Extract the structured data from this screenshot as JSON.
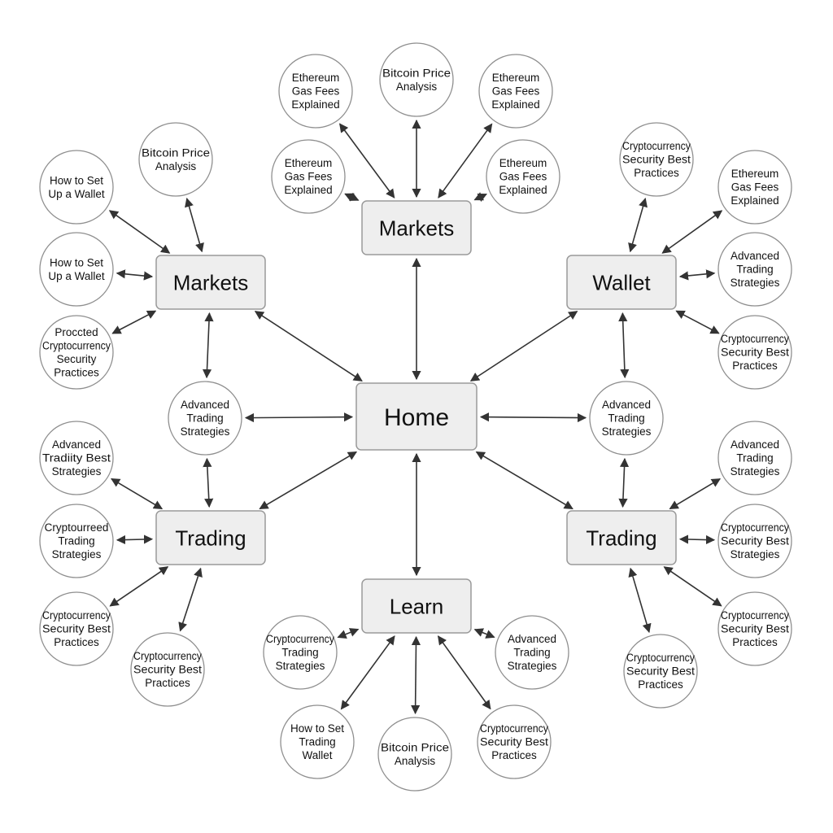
{
  "hubs": {
    "home": "Home",
    "markets_top": "Markets",
    "markets_left": "Markets",
    "wallet": "Wallet",
    "trading_left": "Trading",
    "trading_right": "Trading",
    "learn": "Learn"
  },
  "leaves": {
    "top_1": [
      "Ethereum",
      "Gas Fees",
      "Explained"
    ],
    "top_2": [
      "Bitcoin Price",
      "Analysis"
    ],
    "top_3": [
      "Ethereum",
      "Gas Fees",
      "Explained"
    ],
    "top_4": [
      "Ethereum",
      "Gas Fees",
      "Explained"
    ],
    "top_5": [
      "Ethereum",
      "Gas Fees",
      "Explained"
    ],
    "ml_1": [
      "Bitcoin Price",
      "Analysis"
    ],
    "ml_2": [
      "How to Set",
      "Up a Wallet"
    ],
    "ml_3": [
      "How to Set",
      "Up a Wallet"
    ],
    "ml_4": [
      "Proccted",
      "Cryptocurrency",
      "Security",
      "Practices"
    ],
    "center_left": [
      "Advanced",
      "Trading",
      "Strategies"
    ],
    "center_right": [
      "Advanced",
      "Trading",
      "Strategies"
    ],
    "w_1": [
      "Cryptocurrency",
      "Security Best",
      "Practices"
    ],
    "w_2": [
      "Ethereum",
      "Gas Fees",
      "Explained"
    ],
    "w_3": [
      "Advanced",
      "Trading",
      "Strategies"
    ],
    "w_4": [
      "Cryptocurrency",
      "Security Best",
      "Practices"
    ],
    "tl_1": [
      "Advanced",
      "Tradiity Best",
      "Strategies"
    ],
    "tl_2": [
      "Cryptourreed",
      "Trading",
      "Strategies"
    ],
    "tl_3": [
      "Cryptocurrency",
      "Security Best",
      "Practices"
    ],
    "tl_4": [
      "Cryptocurrency",
      "Security Best",
      "Practices"
    ],
    "tr_1": [
      "Advanced",
      "Trading",
      "Strategies"
    ],
    "tr_2": [
      "Cryptocurrency",
      "Security Best",
      "Strategies"
    ],
    "tr_3": [
      "Cryptocurrency",
      "Security Best",
      "Practices"
    ],
    "tr_4": [
      "Cryptocurrency",
      "Security Best",
      "Practices"
    ],
    "l_1": [
      "Cryptocurrency",
      "Trading",
      "Strategies"
    ],
    "l_2": [
      "How to Set",
      "Trading",
      "Wallet"
    ],
    "l_3": [
      "Bitcoin Price",
      "Analysis"
    ],
    "l_4": [
      "Cryptocurrency",
      "Security Best",
      "Practices"
    ],
    "l_5": [
      "Advanced",
      "Trading",
      "Strategies"
    ]
  }
}
